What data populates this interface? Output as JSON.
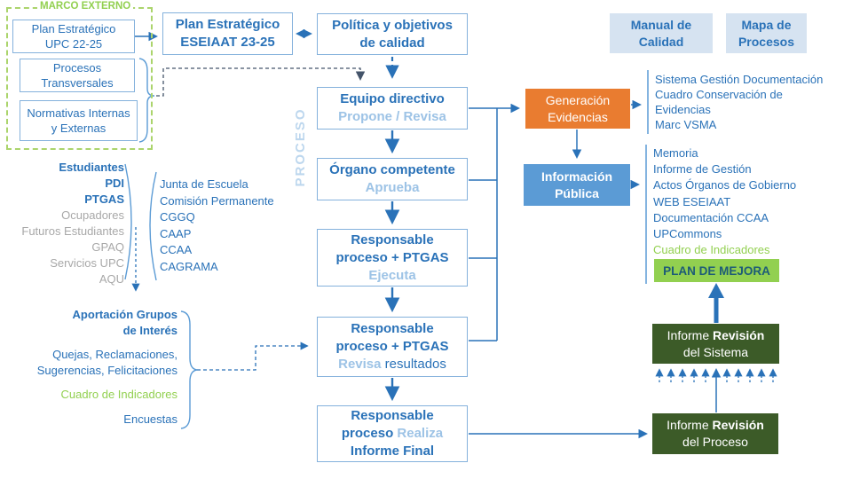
{
  "palette": {
    "blue_dark": "#2a72b8",
    "blue_light": "#9dc3e6",
    "blue_mid": "#5b9bd5",
    "header_bg": "#d6e3f1",
    "orange": "#e97c30",
    "green": "#92d050",
    "green_dark": "#3c5b28",
    "gray": "#a8a8a8"
  },
  "marco_externo": {
    "label": "MARCO EXTERNO",
    "plan_upc": {
      "line1": "Plan Estratégico",
      "line2": "UPC 22-25"
    },
    "procesos": {
      "line1": "Procesos",
      "line2": "Transversales"
    },
    "normativas": {
      "line1": "Normativas Internas",
      "line2": "y Externas"
    }
  },
  "top": {
    "plan_eseiaat": {
      "line1": "Plan Estratégico",
      "line2": "ESEIAAT 23-25"
    },
    "politica": {
      "line1": "Política y objetivos",
      "line2": "de calidad"
    },
    "manual": {
      "line1": "Manual de",
      "line2": "Calidad"
    },
    "mapa": {
      "line1": "Mapa de",
      "line2": "Procesos"
    }
  },
  "proceso_label": "PROCESO",
  "flow": {
    "equipo": {
      "title": "Equipo directivo",
      "action": "Propone / Revisa"
    },
    "organo": {
      "title": "Órgano competente",
      "action": "Aprueba"
    },
    "ejecuta": {
      "l1": "Responsable",
      "l2": "proceso + PTGAS",
      "action": "Ejecuta"
    },
    "revisa": {
      "l1": "Responsable",
      "l2": "proceso + PTGAS",
      "action": "Revisa",
      "action_suffix": " resultados"
    },
    "realiza": {
      "l1": "Responsable",
      "l2_prefix": "proceso ",
      "l2_action": "Realiza",
      "l3": "Informe Final"
    }
  },
  "stakeholders": {
    "groups": [
      {
        "label": "Estudiantes"
      },
      {
        "label": "PDI"
      },
      {
        "label": "PTGAS"
      },
      {
        "label": "Ocupadores"
      },
      {
        "label": "Futuros Estudiantes"
      },
      {
        "label": "GPAQ"
      },
      {
        "label": "Servicios UPC"
      },
      {
        "label": "AQU"
      }
    ],
    "organs": [
      "Junta de Escuela",
      "Comisión Permanente",
      "CGGQ",
      "CAAP",
      "CCAA",
      "CAGRAMA"
    ]
  },
  "aportacion": {
    "title_l1": "Aportación Grupos",
    "title_l2": "de Interés",
    "quejas_l1": "Quejas, Reclamaciones,",
    "quejas_l2": "Sugerencias, Felicitaciones",
    "cuadro": "Cuadro de Indicadores",
    "encuestas": "Encuestas"
  },
  "evidencias": {
    "box": {
      "line1": "Generación",
      "line2": "Evidencias"
    },
    "items": [
      "Sistema Gestión Documentación",
      "Cuadro Conservación de Evidencias",
      "Marc VSMA"
    ]
  },
  "informacion": {
    "box": {
      "line1": "Información",
      "line2": "Pública"
    },
    "items": [
      "Memoria",
      "Informe de Gestión",
      "Actos Órganos de Gobierno",
      "WEB ESEIAAT",
      "Documentación CCAA",
      "UPCommons"
    ],
    "item_green": "Cuadro de Indicadores"
  },
  "plan_mejora": "PLAN DE MEJORA",
  "informes": {
    "sistema": {
      "prefix": "Informe ",
      "bold": "Revisión",
      "line2": "del Sistema"
    },
    "proceso": {
      "prefix": "Informe ",
      "bold": "Revisión",
      "line2": "del Proceso"
    }
  }
}
